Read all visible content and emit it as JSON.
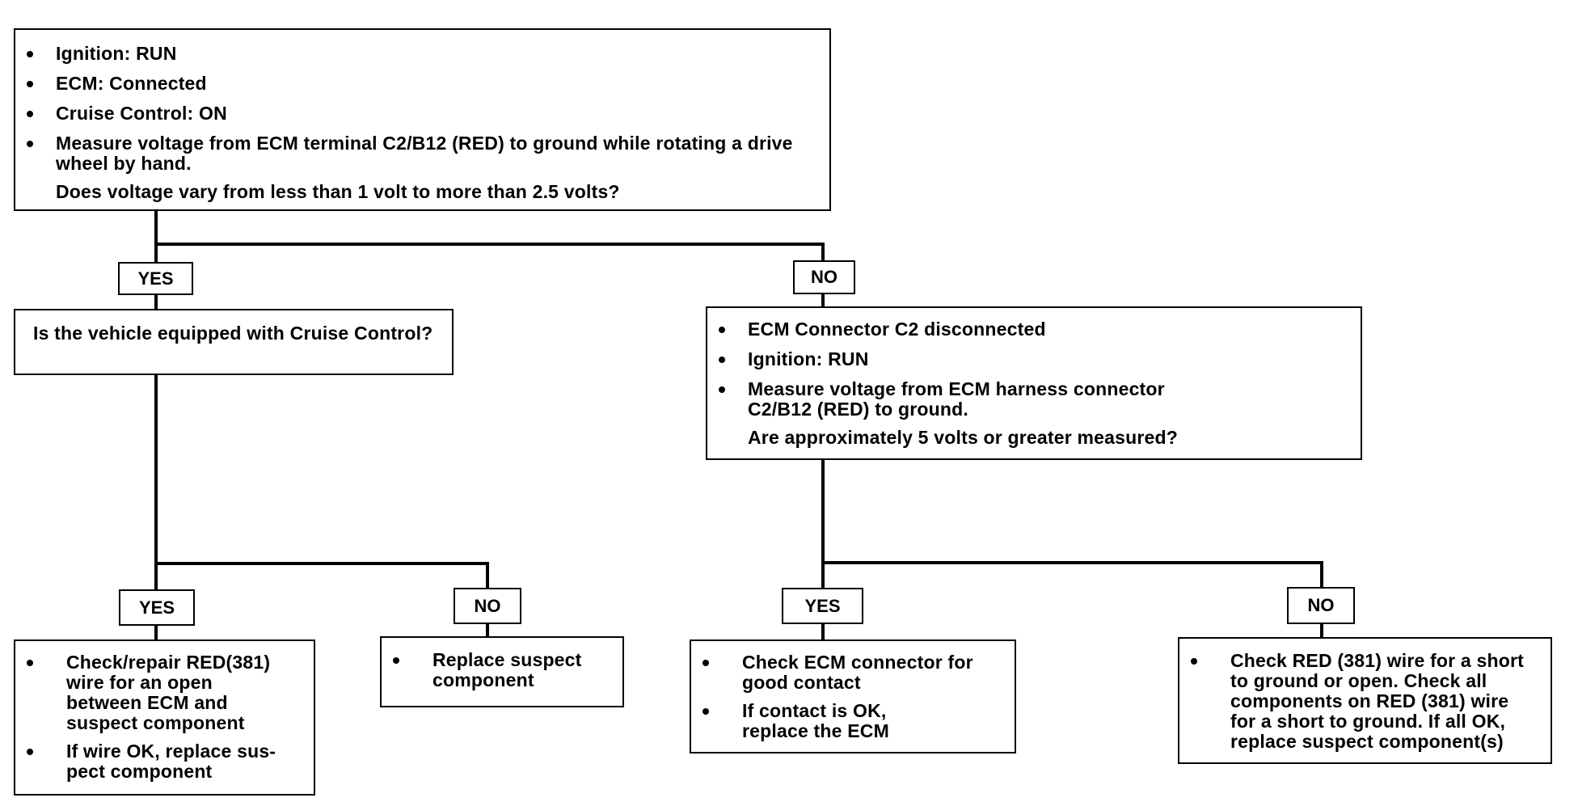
{
  "step1": {
    "bullets": [
      "Ignition:  RUN",
      "ECM: Connected",
      "Cruise Control: ON",
      "Measure voltage from ECM terminal C2/B12 (RED) to ground while rotating a drive wheel by hand."
    ],
    "question": "Does voltage vary from less than 1 volt to more than 2.5 volts?"
  },
  "step1_yes_label": "YES",
  "step1_no_label": "NO",
  "step2_yes": {
    "question": "Is the vehicle equipped with Cruise Control?"
  },
  "step2_no": {
    "bullets": [
      "ECM Connector C2 disconnected",
      "Ignition: RUN",
      "Measure voltage from ECM harness connector C2/B12 (RED) to ground."
    ],
    "question": "Are approximately 5 volts or greater measured?"
  },
  "cruise_yes_label": "YES",
  "cruise_no_label": "NO",
  "volts_yes_label": "YES",
  "volts_no_label": "NO",
  "result_cruise_yes": {
    "bullets": [
      "Check/repair RED(381) wire for an open between ECM and suspect component",
      "If wire OK, replace sus-pect component"
    ]
  },
  "result_cruise_no": {
    "bullets": [
      "Replace suspect component"
    ]
  },
  "result_volts_yes": {
    "bullets": [
      "Check ECM connector for good contact",
      "If contact is OK, replace the ECM"
    ]
  },
  "result_volts_no": {
    "bullets": [
      "Check RED (381) wire for a short to ground or open. Check all components on RED (381) wire for a short to ground. If all OK, replace suspect component(s)"
    ]
  }
}
